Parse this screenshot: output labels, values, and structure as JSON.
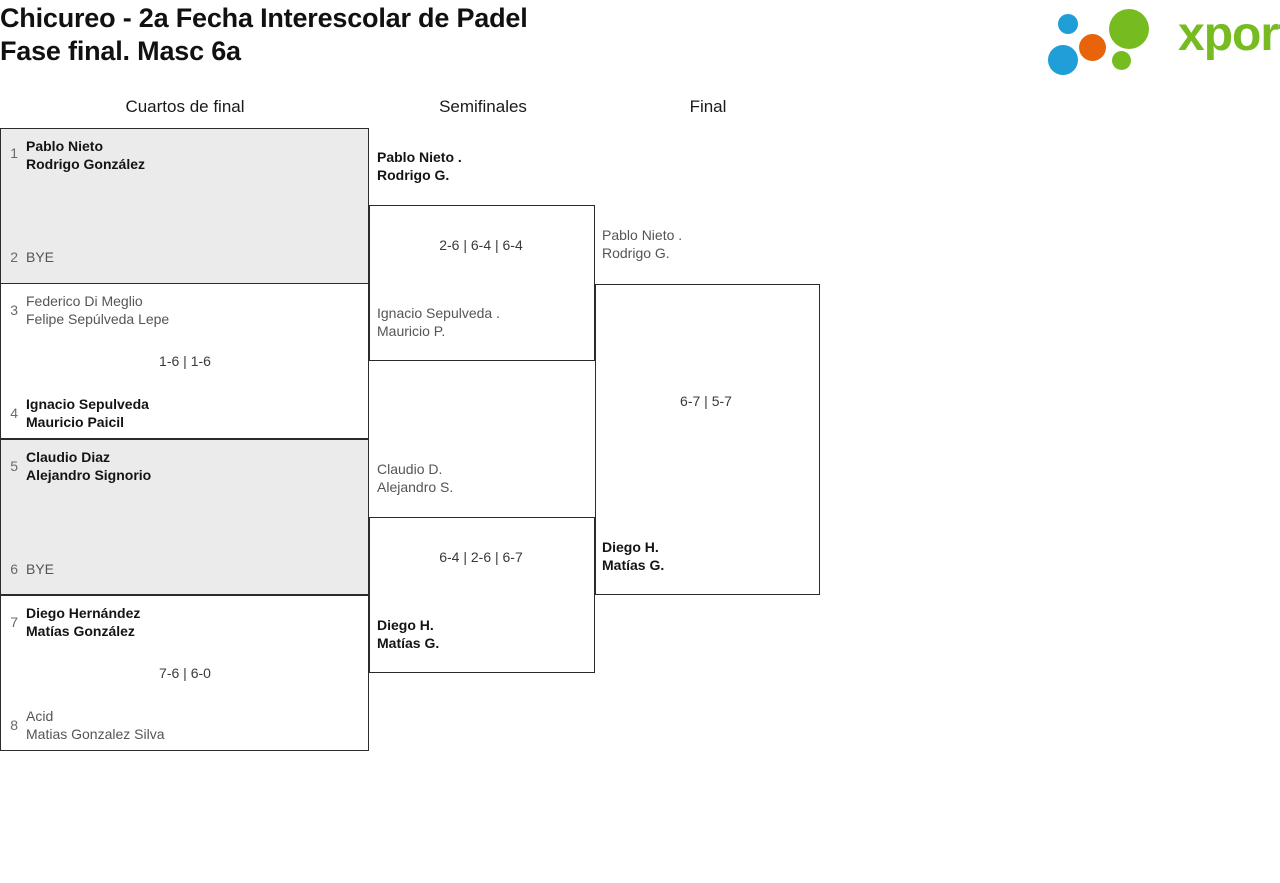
{
  "header": {
    "title_line1": "Chicureo - 2a Fecha Interescolar de Padel",
    "title_line2": "Fase final. Masc 6a",
    "logo_word": "xporty",
    "logo_colors": {
      "green": "#76bc21",
      "blue": "#1f9ed8",
      "orange": "#e8630a"
    }
  },
  "rounds": [
    {
      "label": "Cuartos de final"
    },
    {
      "label": "Semifinales"
    },
    {
      "label": "Final"
    }
  ],
  "quarterfinals": [
    {
      "seed_top": "1",
      "top_p1": "Pablo Nieto",
      "top_p2": "Rodrigo González",
      "top_state": "win",
      "score": "",
      "seed_bottom": "2",
      "bottom_p1": "BYE",
      "bottom_p2": "",
      "bottom_state": "bye"
    },
    {
      "seed_top": "3",
      "top_p1": "Federico Di Meglio",
      "top_p2": "Felipe Sepúlveda Lepe",
      "top_state": "lose",
      "score": "1-6 | 1-6",
      "seed_bottom": "4",
      "bottom_p1": "Ignacio Sepulveda",
      "bottom_p2": "Mauricio Paicil",
      "bottom_state": "win"
    },
    {
      "seed_top": "5",
      "top_p1": "Claudio Diaz",
      "top_p2": "Alejandro Signorio",
      "top_state": "win",
      "score": "",
      "seed_bottom": "6",
      "bottom_p1": "BYE",
      "bottom_p2": "",
      "bottom_state": "bye"
    },
    {
      "seed_top": "7",
      "top_p1": "Diego Hernández",
      "top_p2": "Matías González",
      "top_state": "win",
      "score": "7-6 | 6-0",
      "seed_bottom": "8",
      "bottom_p1": "Acid",
      "bottom_p2": "Matias Gonzalez Silva",
      "bottom_state": "lose"
    }
  ],
  "semifinals": [
    {
      "top_p1": "Pablo Nieto .",
      "top_p2": "Rodrigo G.",
      "top_state": "win",
      "score": "2-6 | 6-4 | 6-4",
      "bottom_p1": "Ignacio Sepulveda .",
      "bottom_p2": "Mauricio P.",
      "bottom_state": "lose"
    },
    {
      "top_p1": "Claudio D.",
      "top_p2": "Alejandro S.",
      "top_state": "lose",
      "score": "6-4 | 2-6 | 6-7",
      "bottom_p1": "Diego H.",
      "bottom_p2": "Matías G.",
      "bottom_state": "win"
    }
  ],
  "final": {
    "top_p1": "Pablo Nieto .",
    "top_p2": "Rodrigo G.",
    "top_state": "lose",
    "score": "6-7 | 5-7",
    "bottom_p1": "Diego H.",
    "bottom_p2": "Matías G.",
    "bottom_state": "win"
  }
}
